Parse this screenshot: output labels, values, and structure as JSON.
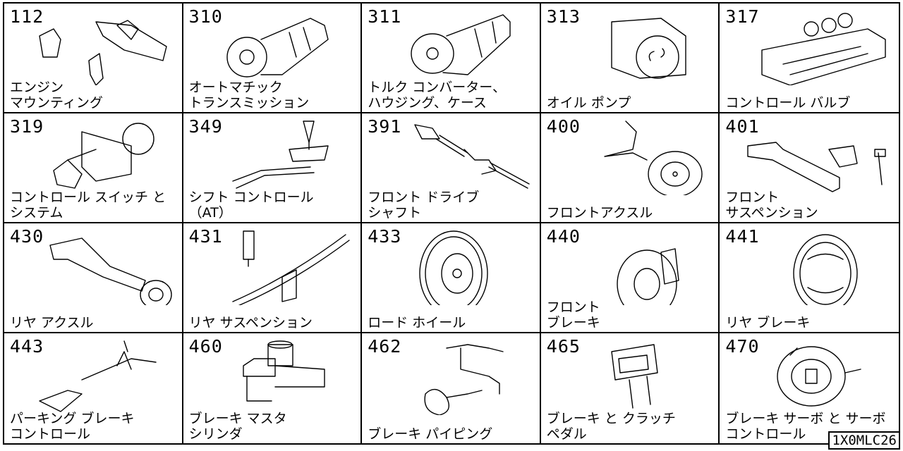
{
  "cells": [
    {
      "num": "112",
      "line1": "エンジン",
      "line2": "マウンティング",
      "icon": "engine-mounting-icon"
    },
    {
      "num": "310",
      "line1": "オートマチック",
      "line2": "トランスミッション",
      "icon": "automatic-transmission-icon"
    },
    {
      "num": "311",
      "line1": "トルク コンバーター、",
      "line2": "ハウジング、ケース",
      "icon": "torque-converter-housing-icon"
    },
    {
      "num": "313",
      "line1": "オイル ポンプ",
      "line2": "",
      "icon": "oil-pump-icon"
    },
    {
      "num": "317",
      "line1": "コントロール バルブ",
      "line2": "",
      "icon": "control-valve-icon"
    },
    {
      "num": "319",
      "line1": "コントロール スイッチ と",
      "line2": "システム",
      "icon": "control-switch-icon"
    },
    {
      "num": "349",
      "line1": "シフト コントロール",
      "line2": "（AT）",
      "icon": "shift-control-icon"
    },
    {
      "num": "391",
      "line1": "フロント ドライブ",
      "line2": "シャフト",
      "icon": "front-drive-shaft-icon"
    },
    {
      "num": "400",
      "line1": "フロントアクスル",
      "line2": "",
      "icon": "front-axle-icon"
    },
    {
      "num": "401",
      "line1": "フロント",
      "line2": "サスペンション",
      "icon": "front-suspension-icon"
    },
    {
      "num": "430",
      "line1": "リヤ アクスル",
      "line2": "",
      "icon": "rear-axle-icon"
    },
    {
      "num": "431",
      "line1": "リヤ サスペンション",
      "line2": "",
      "icon": "rear-suspension-icon"
    },
    {
      "num": "433",
      "line1": "ロード ホイール",
      "line2": "",
      "icon": "road-wheel-icon"
    },
    {
      "num": "440",
      "line1": "フロント",
      "line2": "ブレーキ",
      "icon": "front-brake-icon"
    },
    {
      "num": "441",
      "line1": "リヤ ブレーキ",
      "line2": "",
      "icon": "rear-brake-icon"
    },
    {
      "num": "443",
      "line1": "パーキング ブレーキ",
      "line2": "コントロール",
      "icon": "parking-brake-icon"
    },
    {
      "num": "460",
      "line1": "ブレーキ マスタ",
      "line2": "シリンダ",
      "icon": "brake-master-cylinder-icon"
    },
    {
      "num": "462",
      "line1": "ブレーキ パイピング",
      "line2": "",
      "icon": "brake-piping-icon"
    },
    {
      "num": "465",
      "line1": "ブレーキ と クラッチ",
      "line2": "ペダル",
      "icon": "brake-clutch-pedal-icon"
    },
    {
      "num": "470",
      "line1": "ブレーキ サーボ と サーボ",
      "line2": "コントロール",
      "icon": "brake-servo-icon"
    }
  ],
  "code": "1X0MLC26"
}
